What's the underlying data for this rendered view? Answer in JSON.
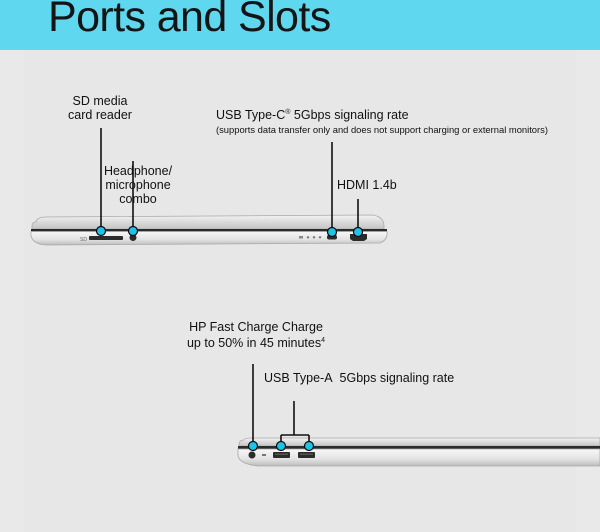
{
  "banner": {
    "title": "Ports and Slots",
    "color": "#5ed7ef"
  },
  "accent_color": "#1ec3e6",
  "top_view": {
    "sd_label_line1": "SD media",
    "sd_label_line2": "card reader",
    "headphone_line1": "Headphone/",
    "headphone_line2": "microphone",
    "headphone_line3": "combo",
    "usbc_label": "USB Type-C",
    "usbc_sup": "®",
    "usbc_rate": "5Gbps signaling rate",
    "usbc_note": "(supports data transfer only and does not support charging or external monitors)",
    "hdmi_label": "HDMI 1.4b"
  },
  "bottom_view": {
    "charge_line1": "HP Fast Charge Charge",
    "charge_line2": "up to 50% in 45 minutes",
    "charge_sup": "4",
    "usba_label": "USB Type-A",
    "usba_rate": "5Gbps signaling rate"
  }
}
